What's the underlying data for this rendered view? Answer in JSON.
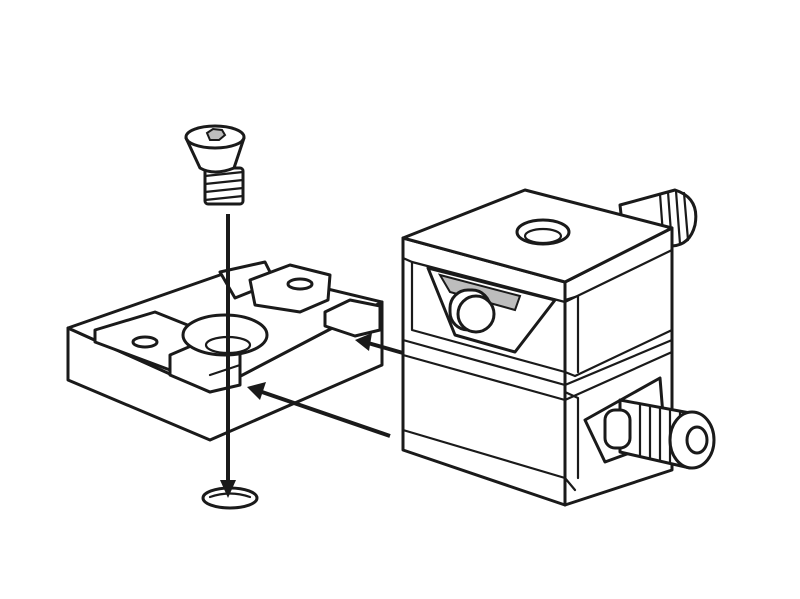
{
  "diagram": {
    "colors": {
      "line": "#1a1a1a",
      "background": "#ffffff",
      "shade": "#bdbdbd"
    },
    "parts": [
      "countersunk-screw",
      "mounting-plate",
      "clamp-block",
      "base-hole"
    ],
    "icons": [
      "arrow-down",
      "arrow-left"
    ]
  }
}
